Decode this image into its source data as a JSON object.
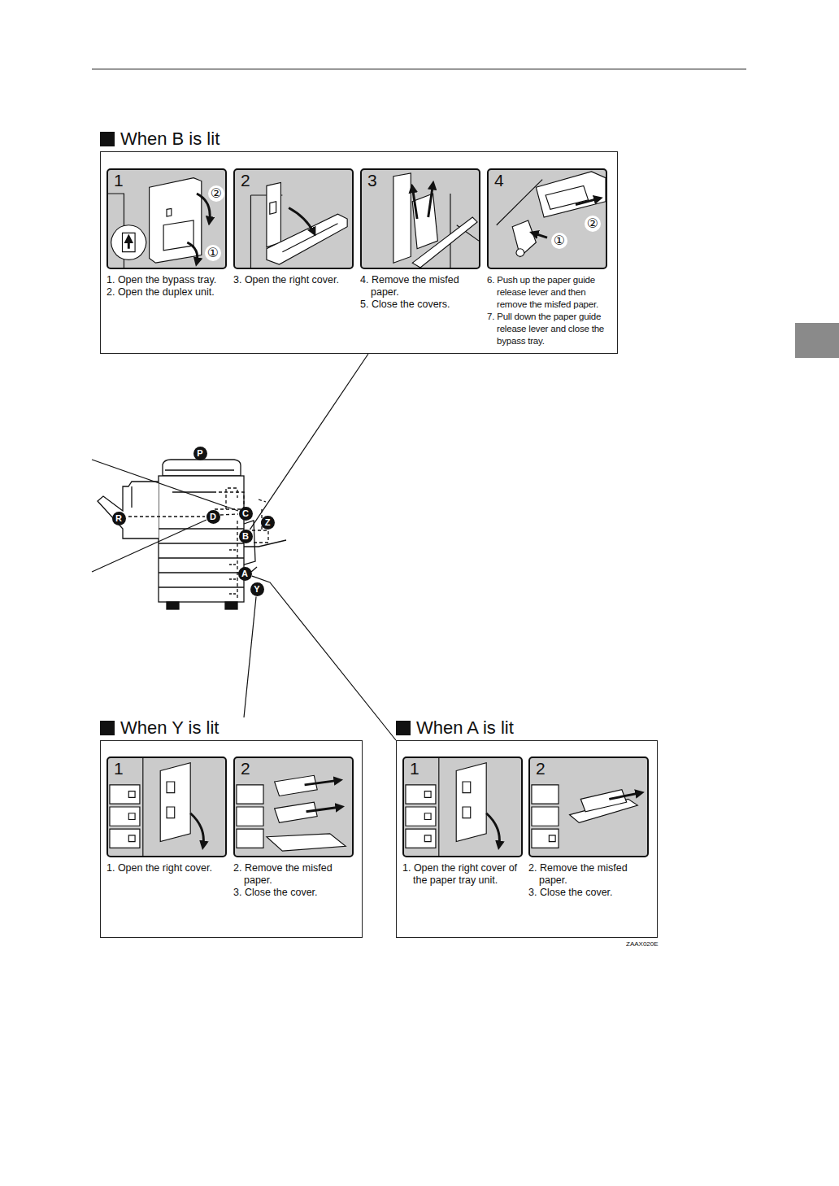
{
  "diagram": {
    "nodes": [
      {
        "text": [
          "When B is lit"
        ]
      },
      {
        "text": [
          "1",
          "1. Open the bypass tray.",
          "2. Open the duplex unit."
        ],
        "in": 0
      },
      {
        "text": [
          "2",
          "3. Open the right cover."
        ],
        "in": 0
      },
      {
        "text": [
          "3",
          "4. Remove the misfed paper.",
          "5. Close the covers."
        ],
        "in": 0
      },
      {
        "text": [
          "4",
          "6. Push up the paper guide release lever and then remove the misfed paper.",
          "7. Pull down the paper guide release lever and close the bypass tray."
        ],
        "in": 0
      },
      {
        "text": [
          "P"
        ]
      },
      {
        "text": [
          "R"
        ]
      },
      {
        "text": [
          "C"
        ]
      },
      {
        "text": [
          "D"
        ]
      },
      {
        "text": [
          "Z"
        ]
      },
      {
        "text": [
          "B"
        ]
      },
      {
        "text": [
          "A"
        ]
      },
      {
        "text": [
          "Y"
        ]
      },
      {
        "text": [
          "When Y is lit"
        ]
      },
      {
        "text": [
          "1",
          "1. Open the right cover."
        ],
        "in": 13
      },
      {
        "text": [
          "2",
          "2. Remove the misfed paper.",
          "3. Close the cover."
        ],
        "in": 13
      },
      {
        "text": [
          "When A is lit"
        ]
      },
      {
        "text": [
          "1",
          "1. Open the right cover of the paper tray unit."
        ],
        "in": 16
      },
      {
        "text": [
          "2",
          "2. Remove the misfed paper.",
          "3. Close the cover."
        ],
        "in": 16
      }
    ],
    "edges": [
      {
        "from": 10,
        "to": 0,
        "arrow": "none"
      },
      {
        "from": 12,
        "to": 13,
        "arrow": "none"
      },
      {
        "from": 11,
        "to": 16,
        "arrow": "none"
      }
    ],
    "labels": [
      "②",
      "①",
      "①",
      "②",
      "ZAAX020E"
    ]
  }
}
